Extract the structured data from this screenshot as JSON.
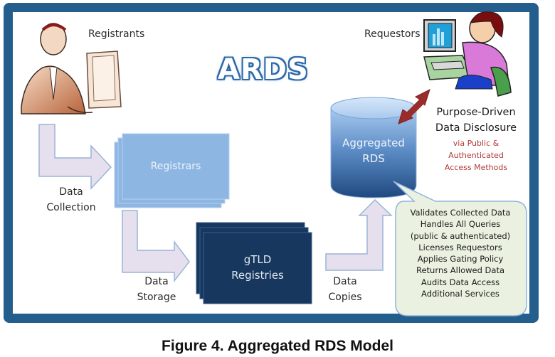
{
  "diagram": {
    "title": "ARDS",
    "actors": {
      "registrants": "Registrants",
      "requestors": "Requestors"
    },
    "nodes": {
      "registrars": "Registrars",
      "registries_line1": "gTLD",
      "registries_line2": "Registries",
      "rds_line1": "Aggregated",
      "rds_line2": "RDS"
    },
    "flows": {
      "collection_line1": "Data",
      "collection_line2": "Collection",
      "storage_line1": "Data",
      "storage_line2": "Storage",
      "copies_line1": "Data",
      "copies_line2": "Copies"
    },
    "disclosure": {
      "line1": "Purpose-Driven",
      "line2": "Data Disclosure",
      "sub1": "via Public &",
      "sub2": "Authenticated",
      "sub3": "Access Methods"
    },
    "rds_functions": [
      "Validates Collected Data",
      "Handles All Queries",
      "(public & authenticated)",
      "Licenses Requestors",
      "Applies Gating Policy",
      "Returns Allowed Data",
      "Audits Data Access",
      "Additional Services"
    ],
    "colors": {
      "frame": "#245e8d",
      "registrars": "#8db6e2",
      "registries": "#17375e",
      "arrow_fill": "#e6e0ee",
      "bidirectional_arrow": "#9b2c2c",
      "bubble": "#eaf1e0",
      "disclosure_sub": "#b03a3a"
    }
  },
  "caption": "Figure 4. Aggregated RDS Model"
}
